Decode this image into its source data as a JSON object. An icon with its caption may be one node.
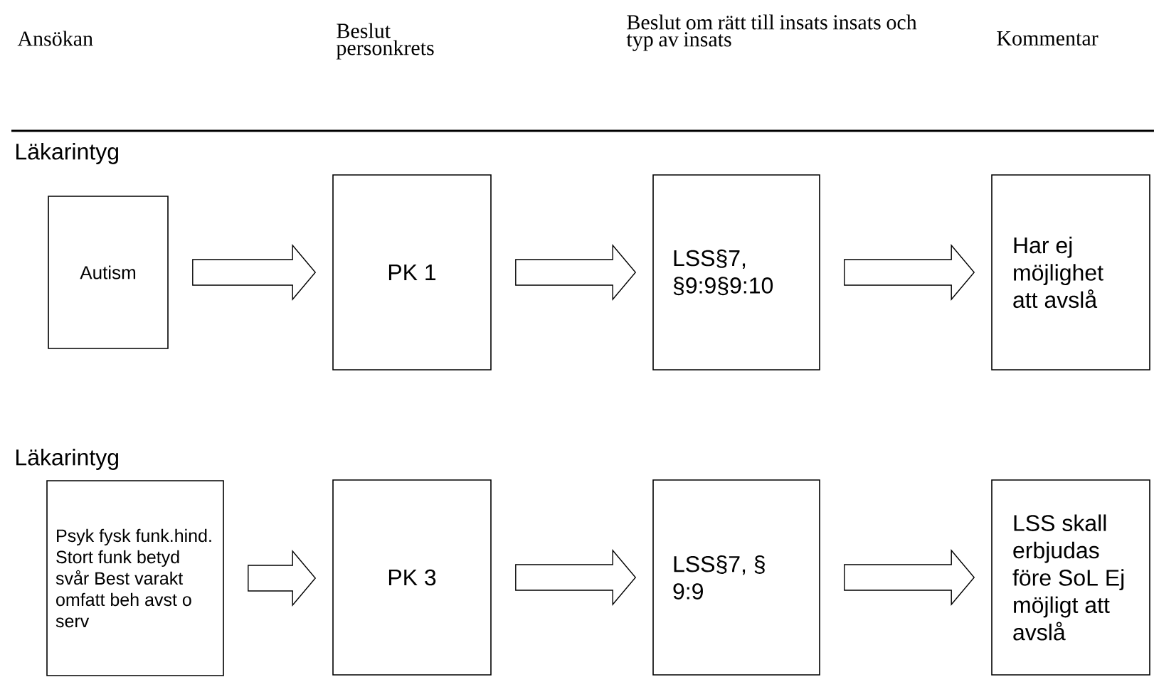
{
  "diagram": {
    "nodes": [
      {
        "text": [
          "Autism"
        ]
      },
      {
        "text": [
          "PK 1"
        ]
      },
      {
        "text": [
          "LSS§7, §9:9§9:10"
        ]
      },
      {
        "text": [
          "Har ej möjlighet att avslå"
        ]
      },
      {
        "text": [
          "Psyk fysk funk.hind. Stort funk betyd svår Best varakt omfatt beh avst o serv"
        ]
      },
      {
        "text": [
          "PK 3"
        ]
      },
      {
        "text": [
          "LSS§7, § 9:9"
        ]
      },
      {
        "text": [
          "LSS skall erbjudas före SoL Ej möjligt att avslå"
        ]
      }
    ],
    "edges": [
      {
        "from": 0,
        "to": 1,
        "arrow": "to"
      },
      {
        "from": 1,
        "to": 2,
        "arrow": "to"
      },
      {
        "from": 2,
        "to": 3,
        "arrow": "to"
      },
      {
        "from": 4,
        "to": 5,
        "arrow": "to"
      },
      {
        "from": 5,
        "to": 6,
        "arrow": "to"
      },
      {
        "from": 6,
        "to": 7,
        "arrow": "to"
      }
    ],
    "labels": [
      "Ansökan",
      "Beslut personkrets",
      "Beslut om rätt till insats insats och typ av insats",
      "Kommentar",
      "Läkarintyg",
      "Läkarintyg"
    ]
  }
}
